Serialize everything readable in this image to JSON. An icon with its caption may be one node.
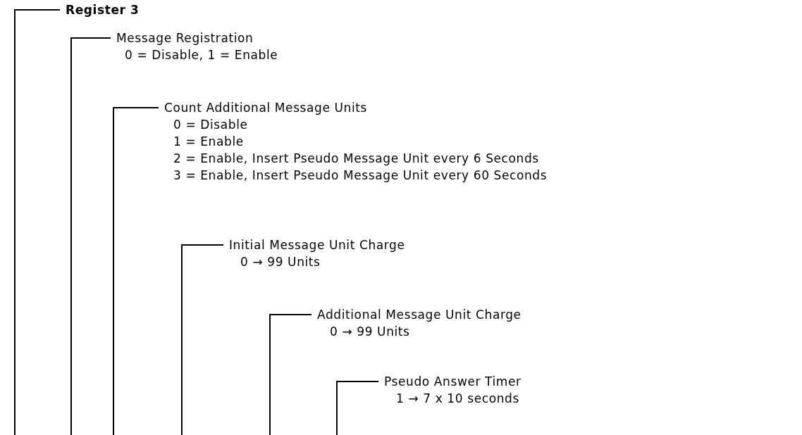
{
  "diagram": {
    "nodes": [
      {
        "text": [
          "Register 3"
        ]
      },
      {
        "text": [
          "Message Registration",
          "0 = Disable, 1 = Enable"
        ]
      },
      {
        "text": [
          "Count Additional Message Units",
          "0 = Disable",
          "1 = Enable",
          "2 = Enable, Insert Pseudo Message Unit every 6 Seconds",
          "3 = Enable, Insert Pseudo Message Unit every 60 Seconds"
        ]
      },
      {
        "text": [
          "Initial Message Unit Charge",
          "0 → 99 Units"
        ]
      },
      {
        "text": [
          "Additional Message Unit Charge",
          "0 → 99 Units"
        ]
      },
      {
        "text": [
          "Pseudo Answer Timer",
          "1 → 7 x 10 seconds"
        ]
      }
    ],
    "edges": [
      {
        "from": 0,
        "to": null,
        "arrow": "none"
      },
      {
        "from": 1,
        "to": null,
        "arrow": "none"
      },
      {
        "from": 2,
        "to": null,
        "arrow": "none"
      },
      {
        "from": 3,
        "to": null,
        "arrow": "none"
      },
      {
        "from": 4,
        "to": null,
        "arrow": "none"
      },
      {
        "from": 5,
        "to": null,
        "arrow": "none"
      }
    ]
  }
}
